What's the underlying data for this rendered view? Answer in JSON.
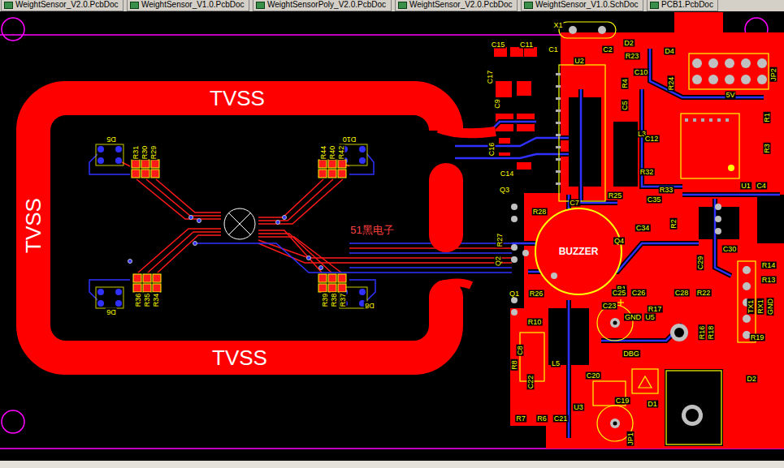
{
  "diagram": {
    "nodes": [
      {
        "text": [
          "WeightSensor_V2.0.PcbDoc"
        ]
      },
      {
        "text": [
          "WeightSensor_V1.0.PcbDoc"
        ]
      },
      {
        "text": [
          "WeightSensorPoly_V2.0.PcbDoc"
        ]
      },
      {
        "text": [
          "WeightSensor_V2.0.PcbDoc"
        ]
      },
      {
        "text": [
          "WeightSensor_V1.0.SchDoc"
        ]
      },
      {
        "text": [
          "PCB1.PcbDoc"
        ]
      },
      {
        "text": [
          "TVSS",
          "TVSS",
          "TVSS"
        ]
      },
      {
        "text": [
          "BUZZER"
        ]
      }
    ],
    "labels": [
      "51黑电子",
      "X1",
      "C15",
      "C11",
      "C1",
      "C2",
      "U2",
      "D2",
      "R23",
      "D4",
      "C17",
      "C10",
      "R4",
      "R24",
      "C5",
      "5V",
      "R1",
      "JP2",
      "C9",
      "L3",
      "C12",
      "R3",
      "C16",
      "C14",
      "Q3",
      "R32",
      "U1",
      "C4",
      "C7",
      "R25",
      "C35",
      "R33",
      "R28",
      "C34",
      "R2",
      "R27",
      "Q2",
      "Q4",
      "C29",
      "C30",
      "R14",
      "R13",
      "B1",
      "R26",
      "Q1",
      "C23",
      "C25",
      "C26",
      "C28",
      "R22",
      "GND",
      "U5",
      "R17",
      "TX1",
      "RX1",
      "GND",
      "R10",
      "R16",
      "R18",
      "R19",
      "DBG",
      "C8",
      "R8",
      "L5",
      "C22",
      "C20",
      "C19",
      "D1",
      "D2",
      "U3",
      "R7",
      "R6",
      "C21",
      "JP1",
      "D5",
      "R31",
      "R30",
      "R29",
      "D10",
      "R44",
      "R40",
      "R42",
      "D6",
      "R36",
      "R35",
      "R34",
      "D8",
      "R39",
      "R38",
      "R37"
    ]
  }
}
